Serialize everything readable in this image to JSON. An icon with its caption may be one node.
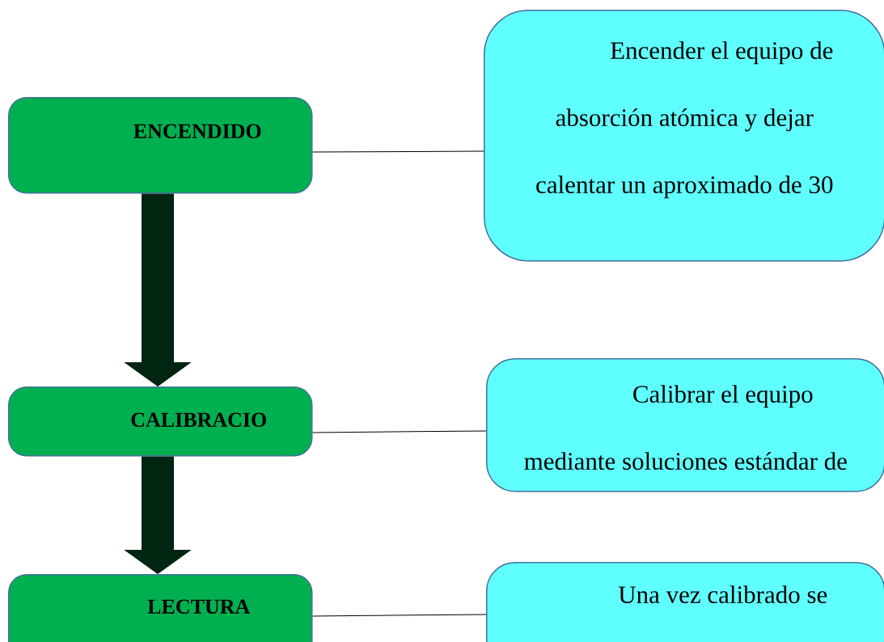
{
  "diagram": {
    "nodes": [
      {
        "text": [
          "ENCENDIDO"
        ]
      },
      {
        "text": [
          "Encender el equipo de absorción atómica y dejar calentar un aproximado de 30"
        ]
      },
      {
        "text": [
          "CALIBRACIO"
        ]
      },
      {
        "text": [
          "Calibrar el equipo mediante soluciones estándar de"
        ]
      },
      {
        "text": [
          "LECTURA"
        ]
      },
      {
        "text": [
          "Una vez calibrado se"
        ]
      }
    ],
    "edges": [
      {
        "from": 0,
        "to": 1,
        "arrow": "none"
      },
      {
        "from": 2,
        "to": 3,
        "arrow": "none"
      },
      {
        "from": 4,
        "to": 5,
        "arrow": "none"
      },
      {
        "from": 0,
        "to": 2,
        "arrow": "to",
        "style": "thick"
      },
      {
        "from": 2,
        "to": 4,
        "arrow": "to",
        "style": "thick"
      }
    ]
  }
}
